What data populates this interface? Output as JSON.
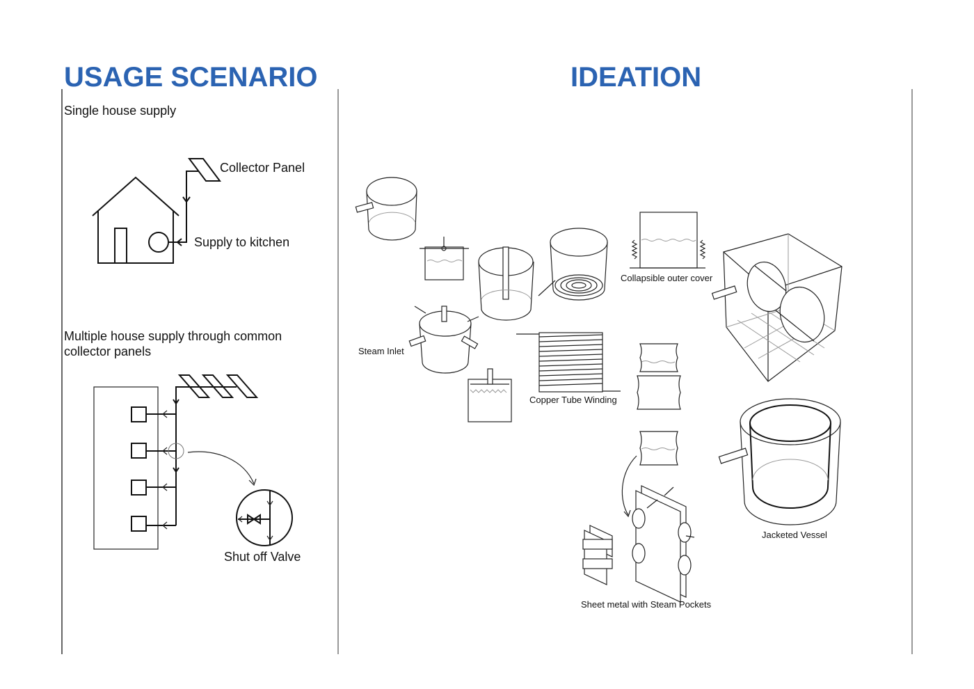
{
  "usage": {
    "title": "USAGE SCENARIO",
    "single_title": "Single house supply",
    "collector_panel": "Collector Panel",
    "supply_kitchen": "Supply to kitchen",
    "multi_title_line1": "Multiple house supply through common",
    "multi_title_line2": "collector panels",
    "shut_off_valve": "Shut off Valve"
  },
  "ideation": {
    "title": "IDEATION",
    "labels": {
      "collapsible": "Collapsible outer cover",
      "steam_inlet": "Steam Inlet",
      "copper_tube": "Copper Tube Winding",
      "jacketed": "Jacketed Vessel",
      "sheet_metal": "Sheet metal with Steam Pockets"
    }
  },
  "colors": {
    "title": "#2b63b2",
    "ink": "#111111"
  }
}
